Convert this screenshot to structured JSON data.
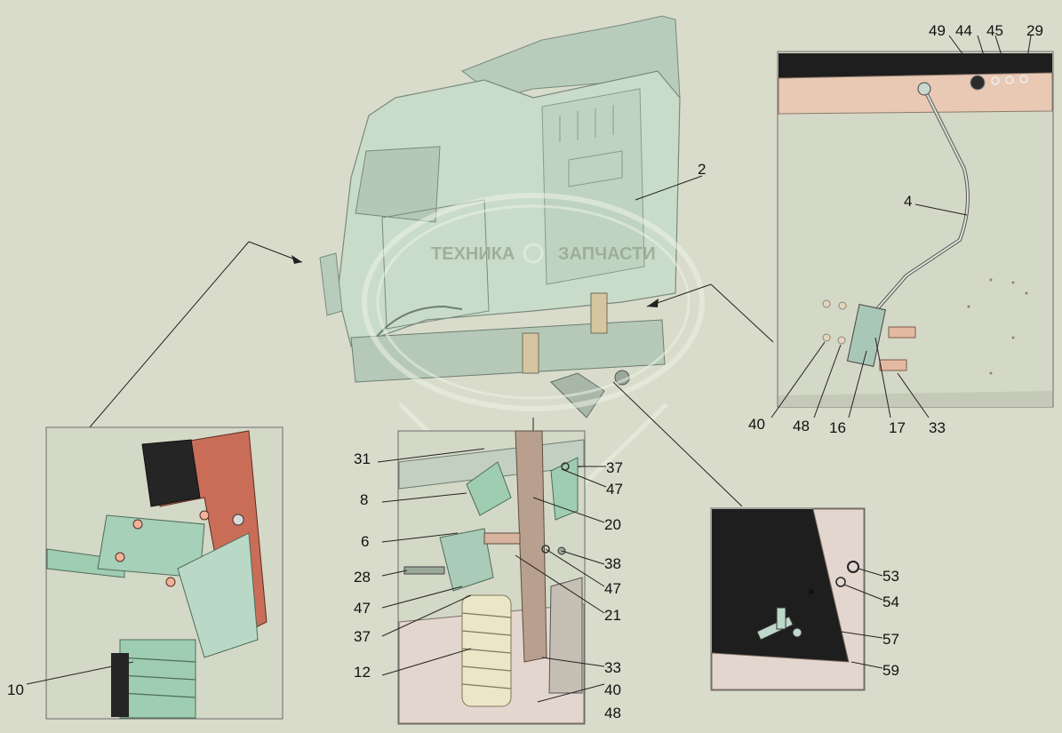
{
  "watermark": {
    "left": "ТЕХНИКА",
    "right": "ЗАПЧАСТИ"
  },
  "labels": {
    "main": {
      "n2": "2"
    },
    "top_right": {
      "n49": "49",
      "n44": "44",
      "n45": "45",
      "n29": "29",
      "n4": "4",
      "n40": "40",
      "n48": "48",
      "n16": "16",
      "n17": "17",
      "n33": "33"
    },
    "center": {
      "n31": "31",
      "n37a": "37",
      "n47a": "47",
      "n8": "8",
      "n20": "20",
      "n6": "6",
      "n38": "38",
      "n28": "28",
      "n47b": "47",
      "n47c": "47",
      "n21": "21",
      "n37b": "37",
      "n12": "12",
      "n33": "33",
      "n40": "40",
      "n48": "48"
    },
    "left": {
      "n10": "10"
    },
    "bottom_right": {
      "n53": "53",
      "n54": "54",
      "n57": "57",
      "n59": "59"
    }
  },
  "colors": {
    "cab": "#c9dcc9",
    "panel": "#e9c9b4",
    "frame_bg": "#d4d8c6",
    "dark": "#1e1e1e",
    "accent": "#7fbfa6"
  }
}
